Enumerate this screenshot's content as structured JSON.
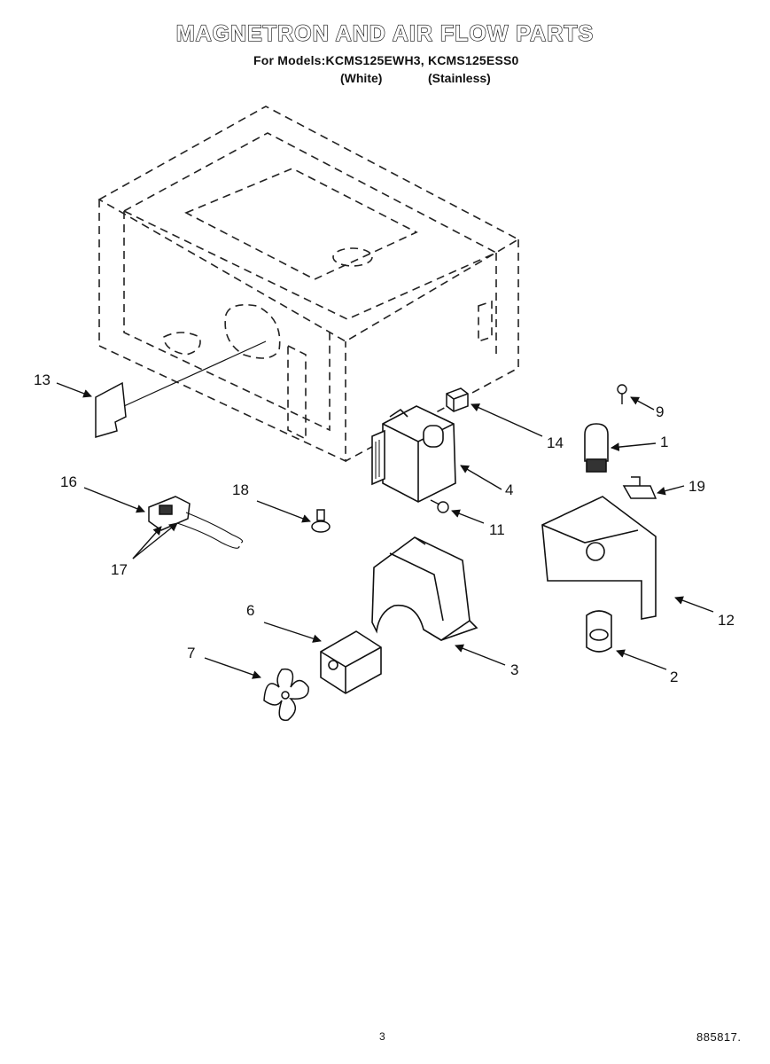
{
  "title": "MAGNETRON AND AIR FLOW PARTS",
  "models_line": "For Models:KCMS125EWH3, KCMS125ESS0",
  "variants": {
    "white": "(White)",
    "stainless": "(Stainless)"
  },
  "callouts": {
    "p1": "1",
    "p2": "2",
    "p3": "3",
    "p4": "4",
    "p6": "6",
    "p7": "7",
    "p9": "9",
    "p11": "11",
    "p12": "12",
    "p13": "13",
    "p14": "14",
    "p16": "16",
    "p17": "17",
    "p18": "18",
    "p19": "19"
  },
  "footer": {
    "page_number": "3",
    "doc_number": "885817."
  }
}
